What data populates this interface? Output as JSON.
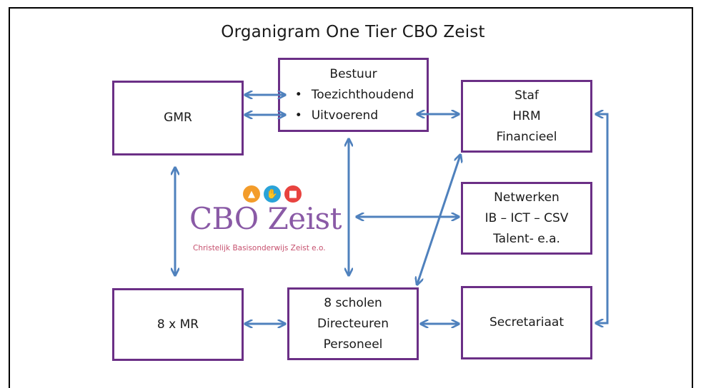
{
  "title": "Organigram One Tier CBO Zeist",
  "colors": {
    "box_border": "#6b2f86",
    "arrow": "#4f81bd",
    "logo_text": "#8a5aa6",
    "logo_sub": "#c6506e"
  },
  "boxes": {
    "gmr": {
      "lines": [
        "GMR"
      ]
    },
    "bestuur": {
      "heading": "Bestuur",
      "bullets": [
        "Toezichthoudend",
        "Uitvoerend"
      ]
    },
    "staf": {
      "lines": [
        "Staf",
        "HRM",
        "Financieel"
      ]
    },
    "netwerken": {
      "lines": [
        "Netwerken",
        "IB – ICT – CSV",
        "Talent- e.a."
      ]
    },
    "mr": {
      "lines": [
        "8 x MR"
      ]
    },
    "scholen": {
      "lines": [
        "8 scholen",
        "Directeuren",
        "Personeel"
      ]
    },
    "secretariaat": {
      "lines": [
        "Secretariaat"
      ]
    }
  },
  "logo": {
    "icons": [
      "fish-icon",
      "hand-icon",
      "book-icon"
    ],
    "icon_colors": [
      "#f39c2a",
      "#2aa3d8",
      "#e8433f"
    ],
    "name": "CBO Zeist",
    "subtitle": "Christelijk Basisonderwijs Zeist e.o."
  }
}
